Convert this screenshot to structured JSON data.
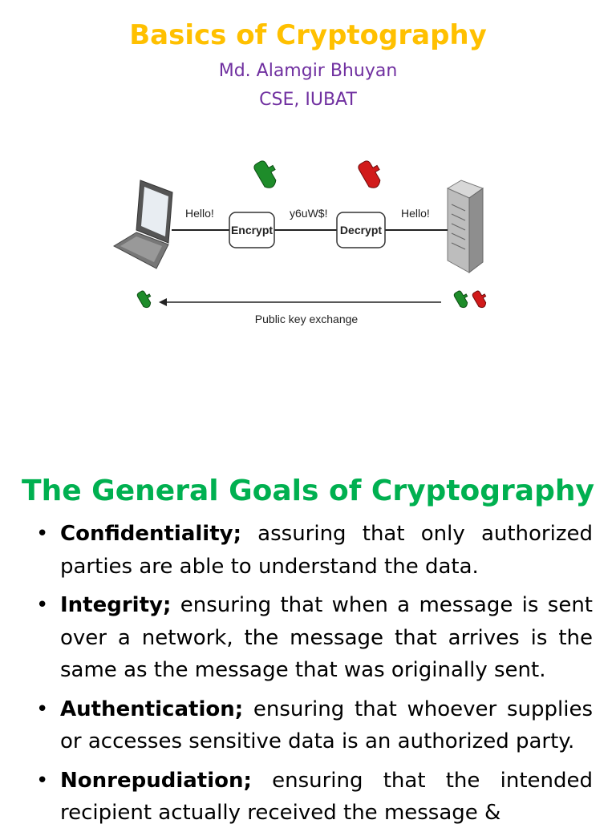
{
  "header": {
    "title": "Basics of Cryptography",
    "author": "Md. Alamgir Bhuyan",
    "affiliation": "CSE, IUBAT"
  },
  "diagram": {
    "hello_left": "Hello!",
    "encrypt": "Encrypt",
    "cipher": "y6uW$!",
    "decrypt": "Decrypt",
    "hello_right": "Hello!",
    "key_exchange": "Public key exchange",
    "colors": {
      "public_key": "#1e8c2a",
      "private_key": "#d11a1a"
    }
  },
  "goals": {
    "title": "The General Goals of Cryptography",
    "items": [
      {
        "term": "Confidentiality;",
        "text": " assuring that only authorized parties are able to understand the data."
      },
      {
        "term": "Integrity;",
        "text": " ensuring that when a message is sent over a network, the message that arrives is the same as the message that was originally sent."
      },
      {
        "term": "Authentication;",
        "text": " ensuring that whoever supplies or accesses sensitive data is an authorized party."
      },
      {
        "term": "Nonrepudiation;",
        "text": " ensuring that the intended recipient actually received the message &"
      }
    ]
  }
}
